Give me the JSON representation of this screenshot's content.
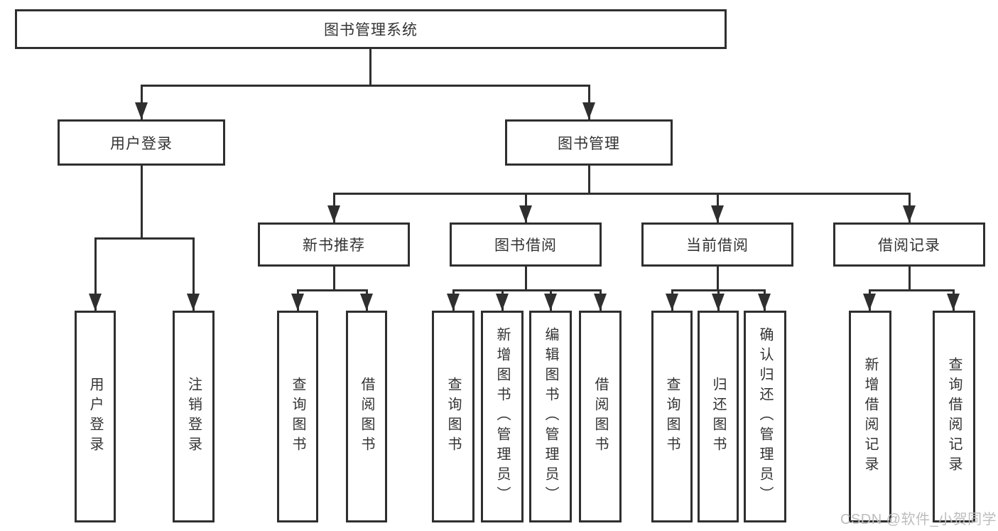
{
  "diagram": {
    "tree": {
      "root": {
        "label": "图书管理系统",
        "children": [
          {
            "label": "用户登录",
            "children": [
              {
                "label": "用户登录"
              },
              {
                "label": "注销登录"
              }
            ]
          },
          {
            "label": "图书管理",
            "children": [
              {
                "label": "新书推荐",
                "children": [
                  {
                    "label": "查询图书"
                  },
                  {
                    "label": "借阅图书"
                  }
                ]
              },
              {
                "label": "图书借阅",
                "children": [
                  {
                    "label": "查询图书"
                  },
                  {
                    "label": "新增图书（管理员）"
                  },
                  {
                    "label": "编辑图书（管理员）"
                  },
                  {
                    "label": "借阅图书"
                  }
                ]
              },
              {
                "label": "当前借阅",
                "children": [
                  {
                    "label": "查询图书"
                  },
                  {
                    "label": "归还图书"
                  },
                  {
                    "label": "确认归还（管理员）"
                  }
                ]
              },
              {
                "label": "借阅记录",
                "children": [
                  {
                    "label": "新增借阅记录"
                  },
                  {
                    "label": "查询借阅记录"
                  }
                ]
              }
            ]
          }
        ]
      }
    },
    "colors": {
      "line": "#2f2f2f",
      "box_border": "#2f2f2f",
      "box_background": "#ffffff",
      "text": "#333333",
      "watermark": "#bdbdbd"
    }
  },
  "watermark": {
    "text": "CSDN @软件_小贺同学"
  }
}
